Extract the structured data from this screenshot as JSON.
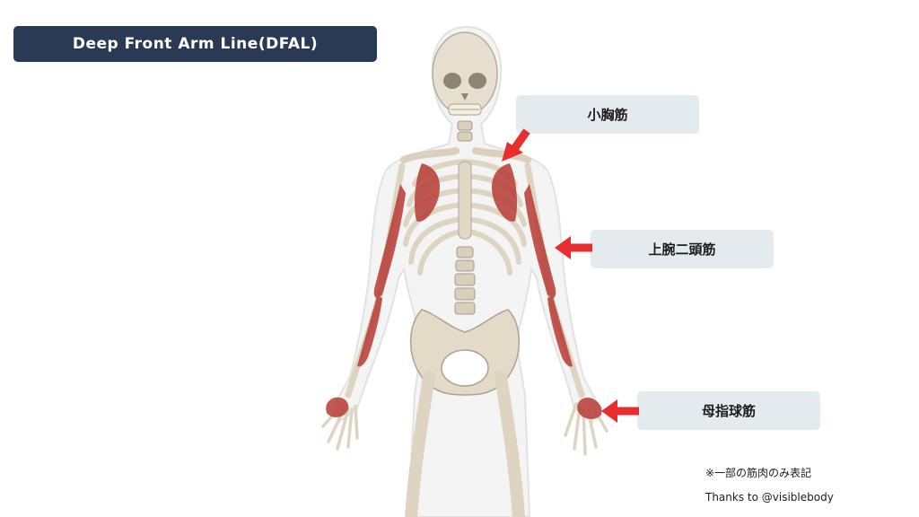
{
  "title": "Deep  Front Arm Line(DFAL)",
  "labels": {
    "pectoralis_minor": "小胸筋",
    "biceps_brachii": "上腕二頭筋",
    "thenar": "母指球筋"
  },
  "notes": {
    "partial": "※一部の筋肉のみ表記",
    "credit": "Thanks to @visiblebody"
  },
  "colors": {
    "title_bg": "#2a3a55",
    "label_bg": "#e3ebee",
    "arrow": "#e62e2e",
    "muscle": "#b8413a",
    "bone": "#e4dccb",
    "body_outline": "#e8e8e8"
  }
}
